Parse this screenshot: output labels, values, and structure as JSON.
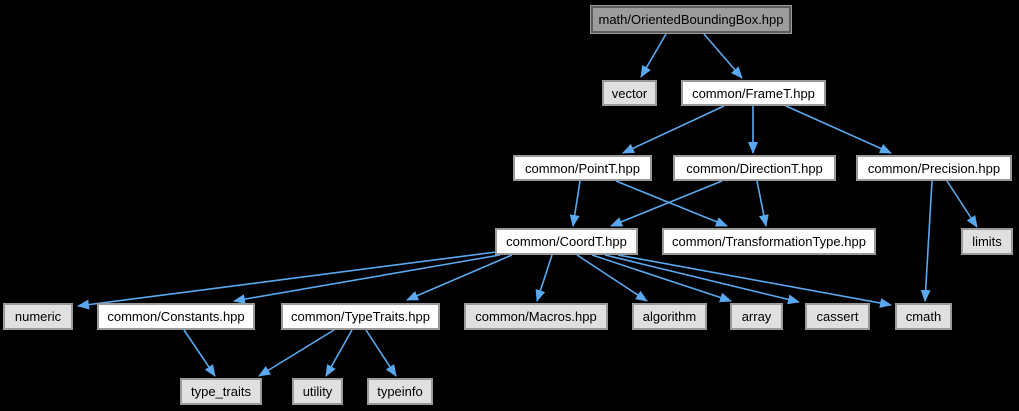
{
  "diagram": {
    "kind": "include-dependency-graph",
    "background_color": "#000000",
    "edge_color": "#5aa9f0",
    "node_text_color": "#000000",
    "root_fill": "#9c9c9c",
    "internal_fill": "#ffffff",
    "external_fill": "#e0e0e0",
    "node_border_color": "#9a9a9a",
    "nodes": [
      {
        "id": "obb",
        "label": "math/OrientedBoundingBox.hpp",
        "type": "root"
      },
      {
        "id": "vector",
        "label": "vector",
        "type": "external"
      },
      {
        "id": "framet",
        "label": "common/FrameT.hpp",
        "type": "internal"
      },
      {
        "id": "pointt",
        "label": "common/PointT.hpp",
        "type": "internal"
      },
      {
        "id": "directiont",
        "label": "common/DirectionT.hpp",
        "type": "internal"
      },
      {
        "id": "precision",
        "label": "common/Precision.hpp",
        "type": "internal"
      },
      {
        "id": "coordt",
        "label": "common/CoordT.hpp",
        "type": "internal"
      },
      {
        "id": "transformationtype",
        "label": "common/TransformationType.hpp",
        "type": "internal"
      },
      {
        "id": "limits",
        "label": "limits",
        "type": "external"
      },
      {
        "id": "numeric",
        "label": "numeric",
        "type": "external"
      },
      {
        "id": "constants",
        "label": "common/Constants.hpp",
        "type": "internal"
      },
      {
        "id": "typetraits",
        "label": "common/TypeTraits.hpp",
        "type": "internal"
      },
      {
        "id": "macros",
        "label": "common/Macros.hpp",
        "type": "external"
      },
      {
        "id": "algorithm",
        "label": "algorithm",
        "type": "external"
      },
      {
        "id": "array",
        "label": "array",
        "type": "external"
      },
      {
        "id": "cassert",
        "label": "cassert",
        "type": "external"
      },
      {
        "id": "cmath",
        "label": "cmath",
        "type": "external"
      },
      {
        "id": "type_traits",
        "label": "type_traits",
        "type": "external"
      },
      {
        "id": "utility",
        "label": "utility",
        "type": "external"
      },
      {
        "id": "typeinfo",
        "label": "typeinfo",
        "type": "external"
      }
    ],
    "edges": [
      {
        "from": "obb",
        "to": "vector"
      },
      {
        "from": "obb",
        "to": "framet"
      },
      {
        "from": "framet",
        "to": "pointt"
      },
      {
        "from": "framet",
        "to": "directiont"
      },
      {
        "from": "framet",
        "to": "precision"
      },
      {
        "from": "pointt",
        "to": "coordt"
      },
      {
        "from": "pointt",
        "to": "transformationtype"
      },
      {
        "from": "directiont",
        "to": "coordt"
      },
      {
        "from": "directiont",
        "to": "transformationtype"
      },
      {
        "from": "precision",
        "to": "limits"
      },
      {
        "from": "precision",
        "to": "cmath"
      },
      {
        "from": "coordt",
        "to": "numeric"
      },
      {
        "from": "coordt",
        "to": "constants"
      },
      {
        "from": "coordt",
        "to": "typetraits"
      },
      {
        "from": "coordt",
        "to": "macros"
      },
      {
        "from": "coordt",
        "to": "algorithm"
      },
      {
        "from": "coordt",
        "to": "array"
      },
      {
        "from": "coordt",
        "to": "cassert"
      },
      {
        "from": "coordt",
        "to": "cmath"
      },
      {
        "from": "constants",
        "to": "type_traits"
      },
      {
        "from": "typetraits",
        "to": "type_traits"
      },
      {
        "from": "typetraits",
        "to": "utility"
      },
      {
        "from": "typetraits",
        "to": "typeinfo"
      }
    ]
  }
}
